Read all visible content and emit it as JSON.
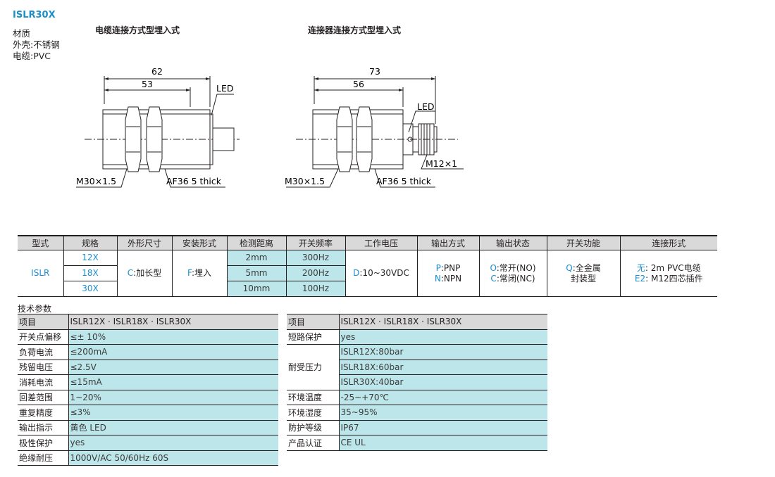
{
  "product": {
    "model": "ISLR30X",
    "material": [
      "材质",
      "外壳:不锈钢",
      "电缆:PVC"
    ]
  },
  "drawings": {
    "cable": {
      "caption": "电缆连接方式型埋入式",
      "dim_overall": "62",
      "dim_body": "53",
      "led": "LED",
      "thread": "M30×1.5",
      "nut": "AF36 5 thick"
    },
    "connector": {
      "caption": "连接器连接方式型埋入式",
      "dim_overall": "73",
      "dim_body": "56",
      "led": "LED",
      "connector_thread": "M12×1",
      "thread": "M30×1.5",
      "nut": "AF36 5 thick"
    }
  },
  "order_table": {
    "headers": [
      "型式",
      "规格",
      "外形尺寸",
      "安装形式",
      "检测距离",
      "开关频率",
      "工作电压",
      "输出方式",
      "输出状态",
      "开关功能",
      "连接形式"
    ],
    "type": "ISLR",
    "sizes": [
      "12X",
      "18X",
      "30X"
    ],
    "shape_code": "C",
    "shape_text": ":加长型",
    "mount_code": "F",
    "mount_text": ":埋入",
    "distances": [
      "2mm",
      "5mm",
      "10mm"
    ],
    "frequencies": [
      "300Hz",
      "200Hz",
      "100Hz"
    ],
    "voltage_code": "D",
    "voltage_text": ":10~30VDC",
    "output": [
      {
        "code": "P",
        "text": ":PNP"
      },
      {
        "code": "N",
        "text": ":NPN"
      }
    ],
    "state": [
      {
        "code": "O",
        "text": ":常开(NO)"
      },
      {
        "code": "C",
        "text": ":常闭(NC)"
      }
    ],
    "function_code": "Q",
    "function_text": ":全金属",
    "function_text2": "封装型",
    "connection": [
      {
        "code": "无",
        "text": ": 2m PVC电缆"
      },
      {
        "code": "E2",
        "text": ": M12四芯插件"
      }
    ]
  },
  "specs": {
    "heading": "技术参数",
    "left": [
      {
        "k": "项目",
        "v": "ISLR12X · ISLR18X · ISLR30X"
      },
      {
        "k": "开关点偏移",
        "v": "≤± 10%"
      },
      {
        "k": "负荷电流",
        "v": "≤200mA"
      },
      {
        "k": "残留电压",
        "v": "≤2.5V"
      },
      {
        "k": "消耗电流",
        "v": "≤15mA"
      },
      {
        "k": "回差范围",
        "v": "1~20%"
      },
      {
        "k": "重复精度",
        "v": "≤3%"
      },
      {
        "k": "输出指示",
        "v": "黄色 LED"
      },
      {
        "k": "极性保护",
        "v": "yes"
      },
      {
        "k": "绝缘耐压",
        "v": "1000V/AC 50/60Hz 60S"
      }
    ],
    "right": {
      "header": {
        "k": "项目",
        "v": "ISLR12X · ISLR18X · ISLR30X"
      },
      "short": {
        "k": "短路保护",
        "v": "yes"
      },
      "pressure_label": "耐受压力",
      "pressure": [
        "ISLR12X:80bar",
        "ISLR18X:60bar",
        "ISLR30X:40bar"
      ],
      "rows": [
        {
          "k": "环境温度",
          "v": "-25~+70℃"
        },
        {
          "k": "环境湿度",
          "v": "35~95%"
        },
        {
          "k": "防护等级",
          "v": "IP67"
        },
        {
          "k": "产品认证",
          "v": "CE  UL"
        }
      ]
    }
  }
}
